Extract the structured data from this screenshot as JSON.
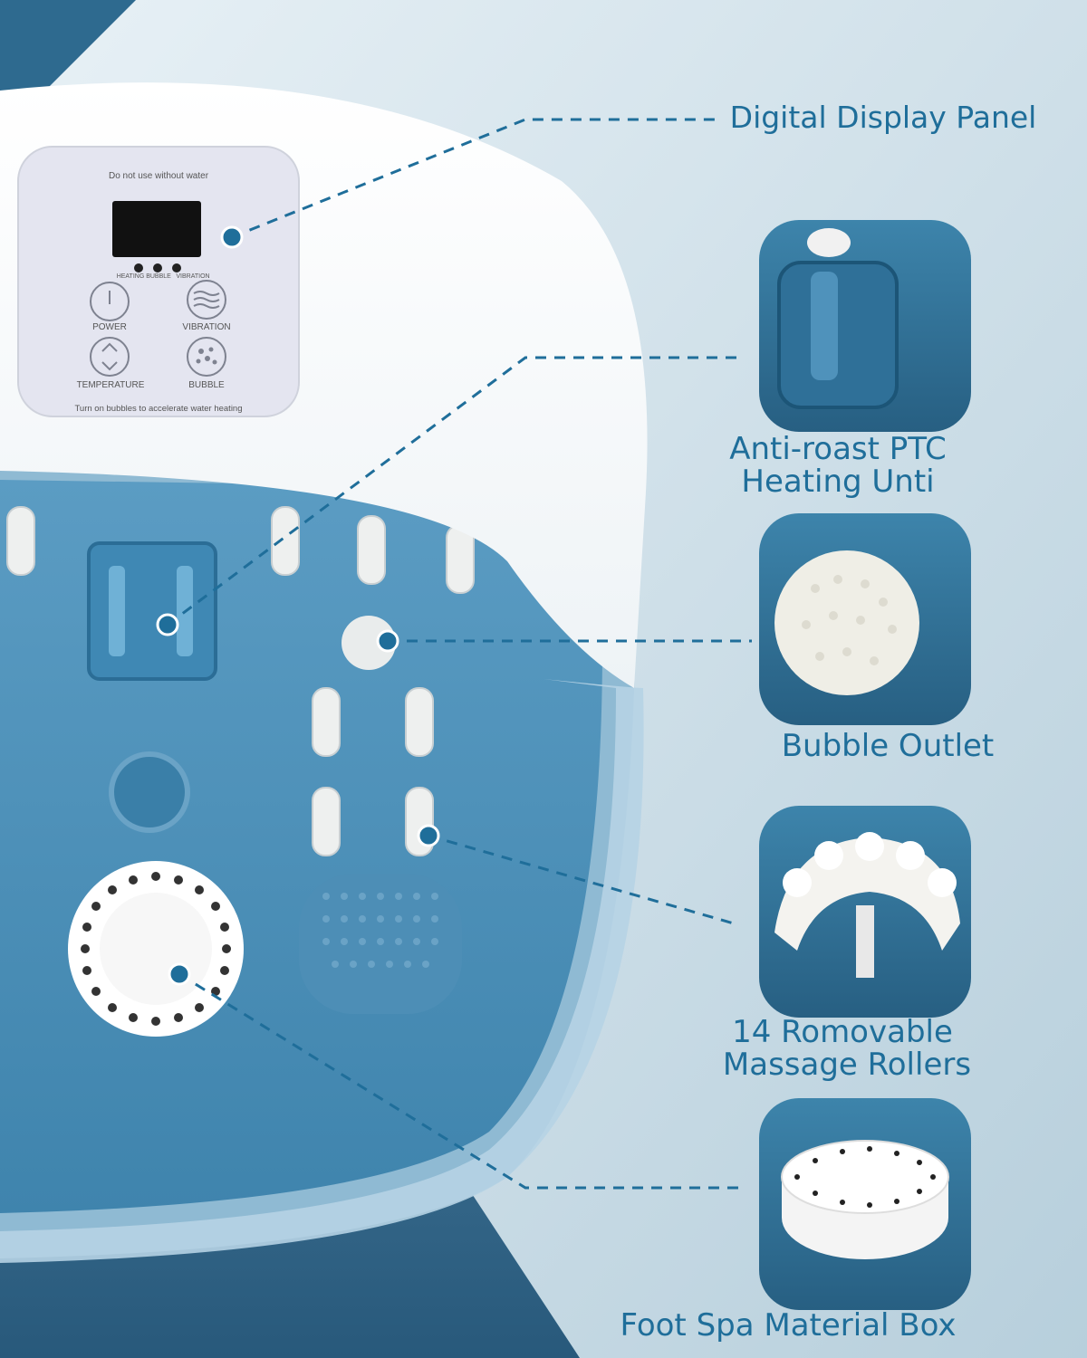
{
  "panel": {
    "warning": "Do not use without water",
    "indicators": [
      "HEATING",
      "BUBBLE",
      "VIBRATION"
    ],
    "buttons": {
      "power": "POWER",
      "vibration": "VIBRATION",
      "temperature": "TEMPERATURE",
      "bubble": "BUBBLE"
    },
    "hint": "Turn on bubbles to accelerate water heating"
  },
  "callouts": {
    "display": "Digital Display Panel",
    "heating_line1": "Anti-roast PTC",
    "heating_line2": "Heating Unti",
    "bubble": "Bubble Outlet",
    "rollers_line1": "14 Romovable",
    "rollers_line2": "Massage Rollers",
    "box": "Foot Spa Material Box"
  },
  "colors": {
    "accent": "#1f6e9a",
    "water": "#4a8fb8",
    "shell": "#ffffff",
    "background": "#cfe0ea"
  }
}
